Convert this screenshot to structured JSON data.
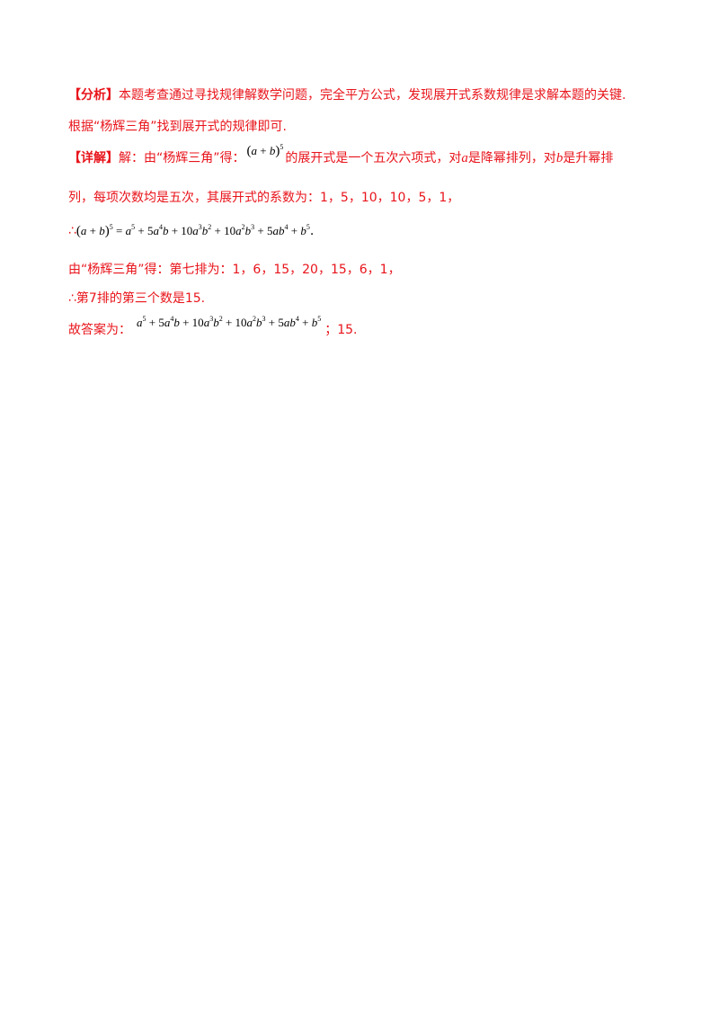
{
  "analysis": {
    "tag": "【分析】",
    "line1": "本题考查通过寻找规律解数学问题，完全平方公式，发现展开式系数规律是求解本题的关键.",
    "line2": "根据“杨辉三角”找到展开式的规律即可."
  },
  "detail": {
    "tag": "【详解】",
    "prefix": "解：由“杨辉三角”得：",
    "mid1": "的展开式是一个五次六项式，对",
    "var_a": "a",
    "mid2": "是降幂排列，对",
    "var_b": "b",
    "mid3": "是升幂排",
    "line2": "列，每项次数均是五次，其展开式的系数为：1，5，10，10，5，1，",
    "therefore": "∴",
    "period": ".",
    "line4": "由“杨辉三角”得：第七排为：1，6，15，20，15，6，1，",
    "line5": "∴第7排的第三个数是15.",
    "answer_prefix": "故答案为：",
    "answer_suffix": "；15."
  },
  "formulas": {
    "lhs": "(a+b)^5",
    "expansion": "a^5+5a^4b+10a^3b^2+10a^2b^3+5ab^4+b^5"
  },
  "colors": {
    "accent": "#e8141b",
    "text": "#000000"
  }
}
